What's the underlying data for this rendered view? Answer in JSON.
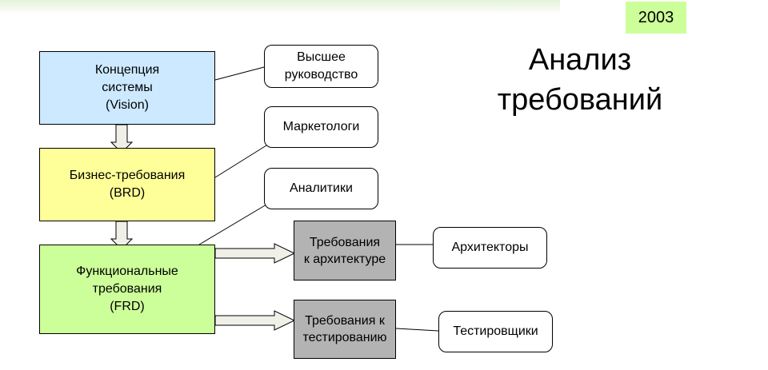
{
  "slide": {
    "year": "2003",
    "title": "Анализ\nтребований"
  },
  "documents": {
    "vision": "Концепция\nсистемы\n(Vision)",
    "brd": "Бизнес-требования\n(BRD)",
    "frd": "Функциональные\nтребования\n(FRD)"
  },
  "requirements": {
    "architecture": "Требования\nк архитектуре",
    "testing": "Требования к\nтестированию"
  },
  "roles": {
    "executives": "Высшее\nруководство",
    "marketers": "Маркетологи",
    "analysts": "Аналитики",
    "architects": "Архитекторы",
    "testers": "Тестировщики"
  },
  "colors": {
    "vision_fill": "#cce9ff",
    "brd_fill": "#ffff99",
    "frd_fill": "#ccff99",
    "year_fill": "#ccff99",
    "requirements_fill": "#b3b3b3",
    "arrow_fill": "#f0f0e8"
  }
}
